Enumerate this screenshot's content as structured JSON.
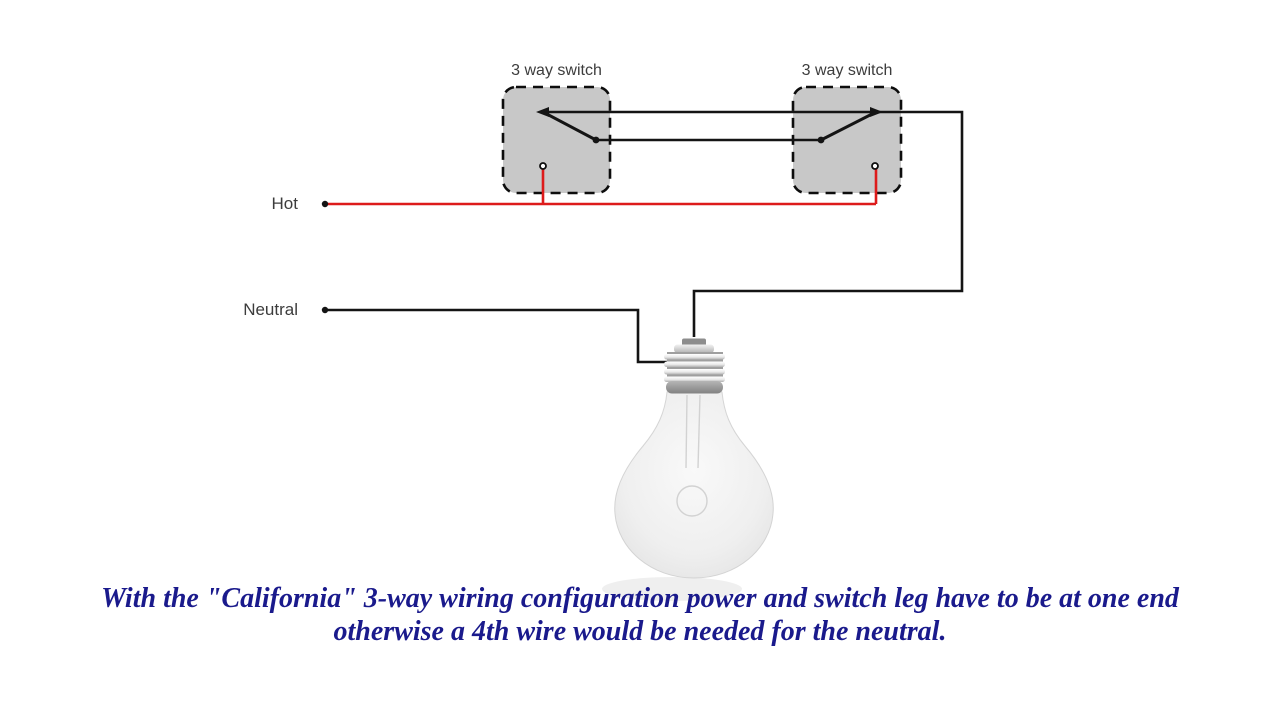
{
  "diagram": {
    "switch_left_label": "3 way switch",
    "switch_right_label": "3 way switch",
    "hot_label": "Hot",
    "neutral_label": "Neutral"
  },
  "caption": {
    "line1": "With the \"California\" 3-way wiring configuration power and switch leg have to be at one end",
    "line2": "otherwise a 4th wire would be needed for the neutral."
  },
  "colors": {
    "background": "#ffffff",
    "hot_wire": "#dd1b1b",
    "neutral_wire": "#141414",
    "traveler_wire": "#141414",
    "switch_box_fill": "#c8c8c8",
    "switch_box_border": "#0d0d0d",
    "label_text": "#3c3c3c",
    "caption_text": "#1a1a8c"
  }
}
